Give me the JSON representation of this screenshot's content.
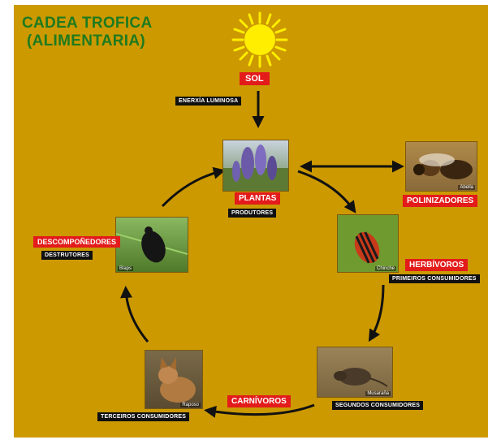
{
  "colors": {
    "background": "#cc9900",
    "title": "#1f7a1f",
    "label_red": "#e31b1b",
    "label_black": "#101010",
    "arrow": "#111111",
    "sun": "#ffee00"
  },
  "title": {
    "line1": "CADEA TROFICA",
    "line2": "(ALIMENTARIA)"
  },
  "sun": {
    "label": "SOL"
  },
  "energy": {
    "label": "ENERXÍA LUMINOSA"
  },
  "plants": {
    "label": "PLANTAS",
    "role": "PRODUTORES"
  },
  "pollinators": {
    "label": "POLINIZADORES",
    "photo_tag": "Abella"
  },
  "herbivores": {
    "label": "HERBÍVOROS",
    "role": "PRIMEIROS CONSUMIDORES",
    "photo_tag": "Chinche"
  },
  "second": {
    "role": "SEGUNDOS CONSUMIDORES",
    "photo_tag": "Musaraña"
  },
  "carnivores": {
    "label": "CARNÍVOROS",
    "role": "TERCEIROS CONSUMIDORES",
    "photo_tag": "Raposo"
  },
  "decomposers": {
    "label": "DESCOMPOÑEDORES",
    "role": "DESTRUTORES",
    "photo_tag": "Blaps"
  }
}
